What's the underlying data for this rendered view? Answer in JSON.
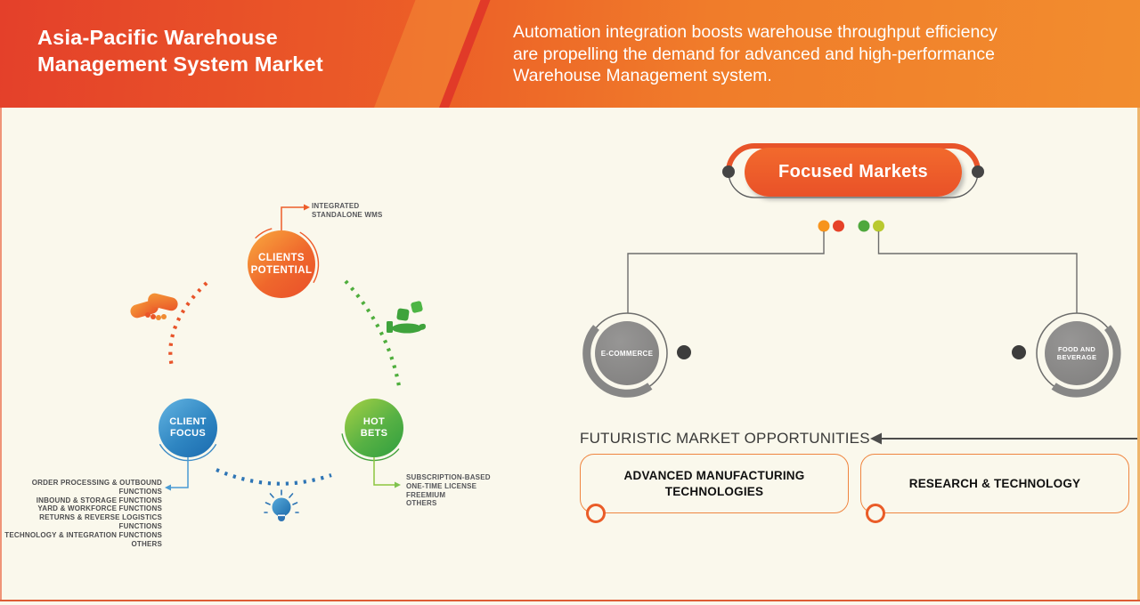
{
  "header": {
    "title": "Asia-Pacific Warehouse\nManagement System Market",
    "subtitle": "Automation integration boosts warehouse throughput efficiency\nare propelling the demand for advanced and high-performance\nWarehouse Management system."
  },
  "left_diagram": {
    "clients_potential": {
      "label": "CLIENTS\nPOTENTIAL",
      "callout": "INTEGRATED\nSTANDALONE WMS"
    },
    "client_focus": {
      "label": "CLIENT\nFOCUS",
      "callout": "ORDER PROCESSING & OUTBOUND FUNCTIONS\nINBOUND & STORAGE FUNCTIONS\nYARD & WORKFORCE FUNCTIONS\nRETURNS & REVERSE LOGISTICS FUNCTIONS\nTECHNOLOGY & INTEGRATION FUNCTIONS\nOTHERS"
    },
    "hot_bets": {
      "label": "HOT\nBETS",
      "callout": "SUBSCRIPTION-BASED\nONE-TIME LICENSE\nFREEMIUM\nOTHERS"
    },
    "icons": [
      "handshake-icon",
      "hand-money-icon",
      "lightbulb-icon"
    ]
  },
  "right_diagram": {
    "focused_markets_label": "Focused Markets",
    "markets": [
      "E-COMMERCE",
      "FOOD AND\nBEVERAGE"
    ],
    "opportunities_title": "FUTURISTIC MARKET OPPORTUNITIES",
    "opportunities": [
      "ADVANCED MANUFACTURING\nTECHNOLOGIES",
      "RESEARCH & TECHNOLOGY"
    ]
  },
  "colors": {
    "header_gradient_left": "#e4402a",
    "header_gradient_right": "#f28d2e",
    "background_cream": "#faf8ec",
    "orange_accent": "#ee5a28",
    "blue_accent": "#2f86c2",
    "green_accent": "#46a33e",
    "gray_circle": "#868584",
    "dark_dot": "#3d3d3c",
    "dot_orange": "#f7941d",
    "dot_red": "#e64228",
    "dot_green": "#4fa83d",
    "dot_yellow_green": "#b9c92f",
    "text_dark": "#3a3a39",
    "callout_text": "#4d4d4f",
    "box_border_orange": "#ef8540"
  }
}
